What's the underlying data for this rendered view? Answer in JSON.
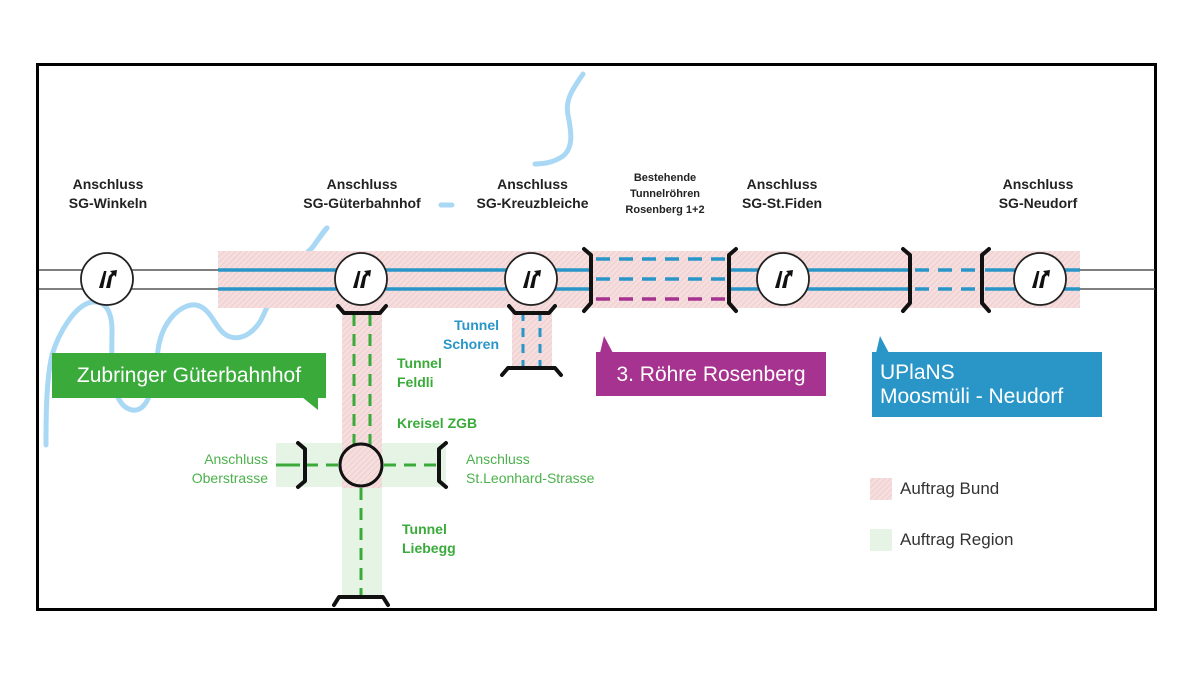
{
  "colors": {
    "frame": "#000000",
    "road": "#555555",
    "highway_blue": "#2a96c8",
    "tunnel_magenta": "#a6338f",
    "region_green": "#3aab3a",
    "river": "#a9d8f5",
    "bund_fill": "#f4dcdc",
    "region_fill": "#e6f4e6",
    "callout_green": "#3aab3a",
    "callout_magenta": "#a6338f",
    "callout_blue": "#2a96c8"
  },
  "interchanges": [
    {
      "id": "winkeln",
      "line1": "Anschluss",
      "line2": "SG-Winkeln"
    },
    {
      "id": "gueterbahnhof",
      "line1": "Anschluss",
      "line2": "SG-Güterbahnhof"
    },
    {
      "id": "kreuzbleiche",
      "line1": "Anschluss",
      "line2": "SG-Kreuzbleiche"
    },
    {
      "id": "stfiden",
      "line1": "Anschluss",
      "line2": "SG-St.Fiden"
    },
    {
      "id": "neudorf",
      "line1": "Anschluss",
      "line2": "SG-Neudorf"
    }
  ],
  "existing_tunnels": {
    "line1": "Bestehende",
    "line2": "Tunnelröhren",
    "line3": "Rosenberg 1+2"
  },
  "tunnels": {
    "schoren": {
      "line1": "Tunnel",
      "line2": "Schoren"
    },
    "feldli": {
      "line1": "Tunnel",
      "line2": "Feldli"
    },
    "liebegg": {
      "line1": "Tunnel",
      "line2": "Liebegg"
    }
  },
  "roundabout": {
    "label": "Kreisel ZGB"
  },
  "local_connections": {
    "oberstrasse": {
      "line1": "Anschluss",
      "line2": "Oberstrasse"
    },
    "stleonhard": {
      "line1": "Anschluss",
      "line2": "St.Leonhard-Strasse"
    }
  },
  "callouts": {
    "zubringer": "Zubringer Güterbahnhof",
    "roehre": "3. Röhre Rosenberg",
    "uplans_line1": "UPlaNS",
    "uplans_line2": "Moosmüli - Neudorf"
  },
  "legend": {
    "bund": "Auftrag Bund",
    "region": "Auftrag Region"
  },
  "icons": {
    "interchange": "highway-exit-icon",
    "roundabout": "roundabout-icon",
    "portal": "tunnel-portal-icon"
  }
}
